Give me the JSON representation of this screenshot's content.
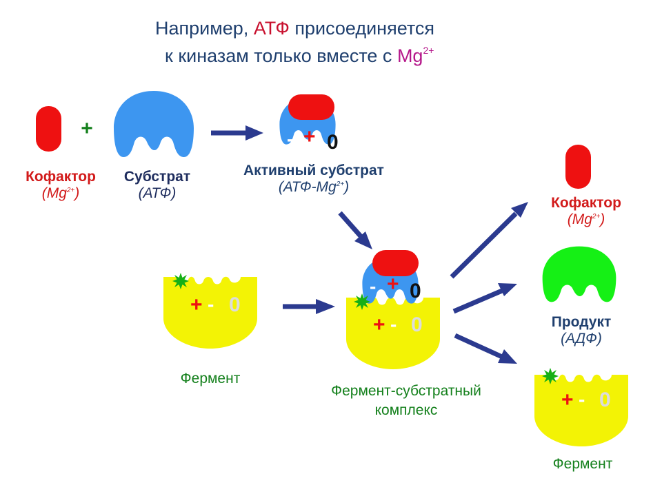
{
  "title": {
    "line1_pre": "Например, ",
    "line1_atp": "АТФ",
    "line1_post": " присоединяется",
    "line2_pre": "к киназам только вместе с ",
    "line2_mg": "Mg",
    "line2_charge": "2+"
  },
  "symbols": {
    "plus": "+",
    "minus": "-",
    "zero": "0"
  },
  "labels": {
    "cofactor": "Кофактор",
    "cofactor_sub": "(Mg",
    "cofactor_charge": "2+",
    "cofactor_close": ")",
    "substrate": "Субстрат",
    "substrate_sub": "(АТФ)",
    "active_substrate": "Активный субстрат",
    "active_sub": "(АТФ-Mg",
    "active_charge": "2+",
    "active_close": ")",
    "enzyme": "Фермент",
    "complex_line1": "Фермент-субстратный",
    "complex_line2": "комплекс",
    "product": "Продукт",
    "product_sub": "(АДФ)"
  },
  "colors": {
    "cofactor": "#ee1111",
    "substrate": "#3d96f0",
    "enzyme": "#f3f305",
    "product": "#15f015",
    "arrow": "#2b3a8f",
    "site_star": "#16b016",
    "plus_green": "#14801c"
  }
}
